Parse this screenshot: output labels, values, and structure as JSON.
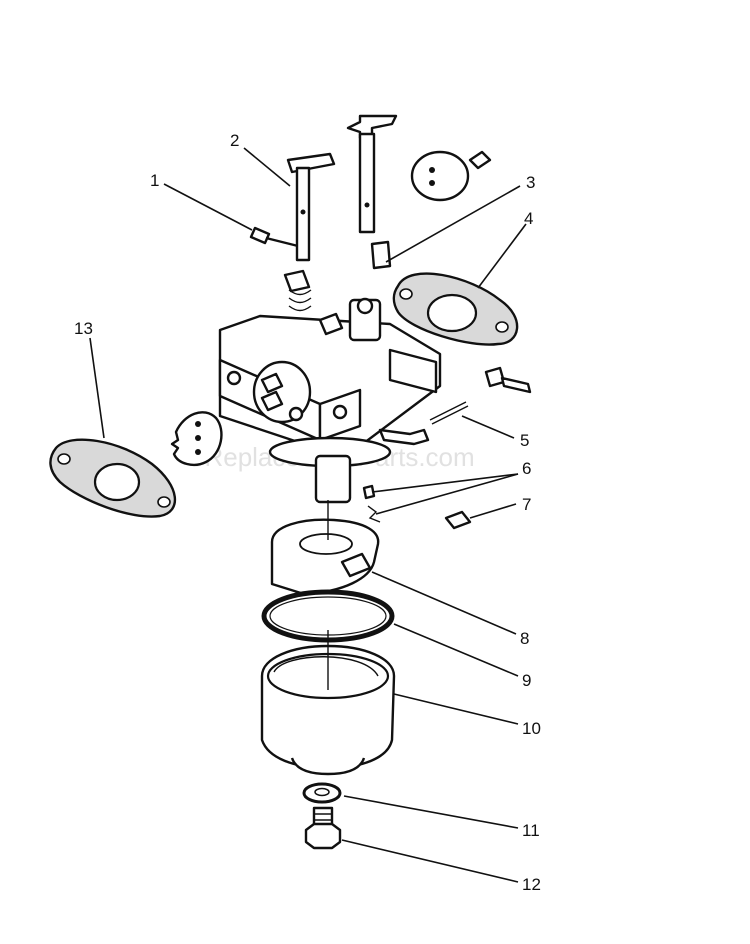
{
  "watermark": "eReplacementParts.com",
  "callouts": [
    {
      "id": 1,
      "label": "1"
    },
    {
      "id": 2,
      "label": "2"
    },
    {
      "id": 3,
      "label": "3"
    },
    {
      "id": 4,
      "label": "4"
    },
    {
      "id": 5,
      "label": "5"
    },
    {
      "id": 6,
      "label": "6"
    },
    {
      "id": 7,
      "label": "7"
    },
    {
      "id": 8,
      "label": "8"
    },
    {
      "id": 9,
      "label": "9"
    },
    {
      "id": 10,
      "label": "10"
    },
    {
      "id": 11,
      "label": "11"
    },
    {
      "id": 12,
      "label": "12"
    },
    {
      "id": 13,
      "label": "13"
    }
  ]
}
